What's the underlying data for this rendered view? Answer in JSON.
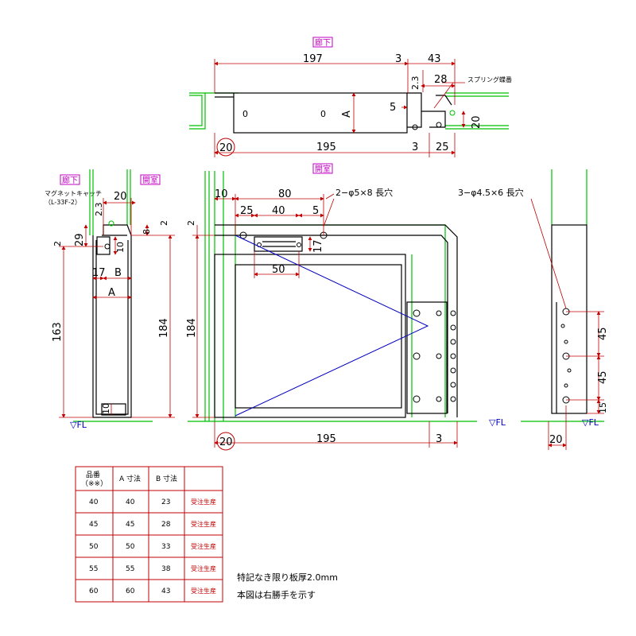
{
  "views": {
    "top": {
      "label": "廊下"
    },
    "side_left": {
      "label": "廊下"
    },
    "side_right": {
      "label": "開室"
    },
    "front": {
      "label": "開室"
    }
  },
  "dimensions": {
    "top_197": "197",
    "top_3a": "3",
    "top_43": "43",
    "top_2_3": "2.3",
    "top_28": "28",
    "top_5": "5",
    "top_A": "A",
    "top_20_right": "20",
    "top_20_circ": "20",
    "top_195": "195",
    "top_3b": "3",
    "top_25": "25",
    "side_20": "20",
    "side_2_3": "2.3",
    "side_8": "8",
    "side_2a": "2",
    "side_2b": "2",
    "side_29": "29",
    "side_10a": "10",
    "side_17": "17",
    "side_B": "B",
    "side_A": "A",
    "side_163": "163",
    "side_184": "184",
    "side_10b": "10",
    "fl": "▽FL",
    "front_10": "10",
    "front_80": "80",
    "front_25": "25",
    "front_40": "40",
    "front_5": "5",
    "front_2": "2",
    "front_17": "17",
    "front_50": "50",
    "front_184": "184",
    "front_20_circ": "20",
    "front_195": "195",
    "front_3": "3",
    "right_45a": "45",
    "right_45b": "45",
    "right_15": "15",
    "right_20": "20"
  },
  "callouts": {
    "spring": "スプリング蝶番",
    "magnet_title": "マグネットキャッチ",
    "magnet_model": "（L-33F-2）",
    "slot_a": "2−φ5×8 長穴",
    "slot_b": "3−φ4.5×6 長穴"
  },
  "table": {
    "headers": [
      "品番\n（※※）",
      "A 寸法",
      "B 寸法",
      ""
    ],
    "rows": [
      [
        "40",
        "40",
        "23",
        "受注生産"
      ],
      [
        "45",
        "45",
        "28",
        "受注生産"
      ],
      [
        "50",
        "50",
        "33",
        "受注生産"
      ],
      [
        "55",
        "55",
        "38",
        "受注生産"
      ],
      [
        "60",
        "60",
        "43",
        "受注生産"
      ]
    ]
  },
  "notes": {
    "line1": "特記なき限り板厚2.0mm",
    "line2": "本図は右勝手を示す"
  },
  "colors": {
    "outline": "#000000",
    "dimension": "#c00000",
    "wall": "#00c000",
    "label": "#c000c0",
    "swing": "#0000c0"
  }
}
